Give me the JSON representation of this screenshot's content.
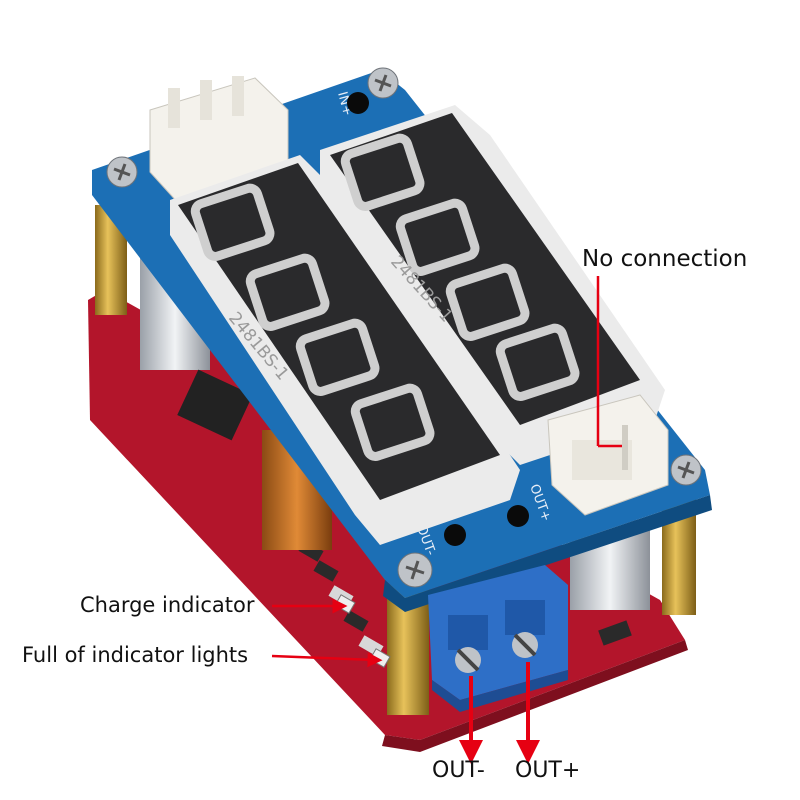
{
  "annotations": {
    "no_connection": "No connection",
    "charge_indicator": "Charge indicator",
    "full_indicator": "Full of indicator lights",
    "out_minus": "OUT-",
    "out_plus": "OUT+"
  },
  "board_silkscreen": {
    "in_plus": "IN+",
    "out_plus": "OUT+",
    "out_minus": "OUT-",
    "display_part_left": "2481BS-1",
    "display_part_right": "2481BS-1"
  },
  "colors": {
    "arrow": "#e60012",
    "blue_pcb": "#1c6fb5",
    "red_pcb": "#b3152b",
    "display_body": "#2a2a2c",
    "segment": "#cfcfcf",
    "terminal_block": "#2e6fc7",
    "brass": "#c9a43a"
  }
}
